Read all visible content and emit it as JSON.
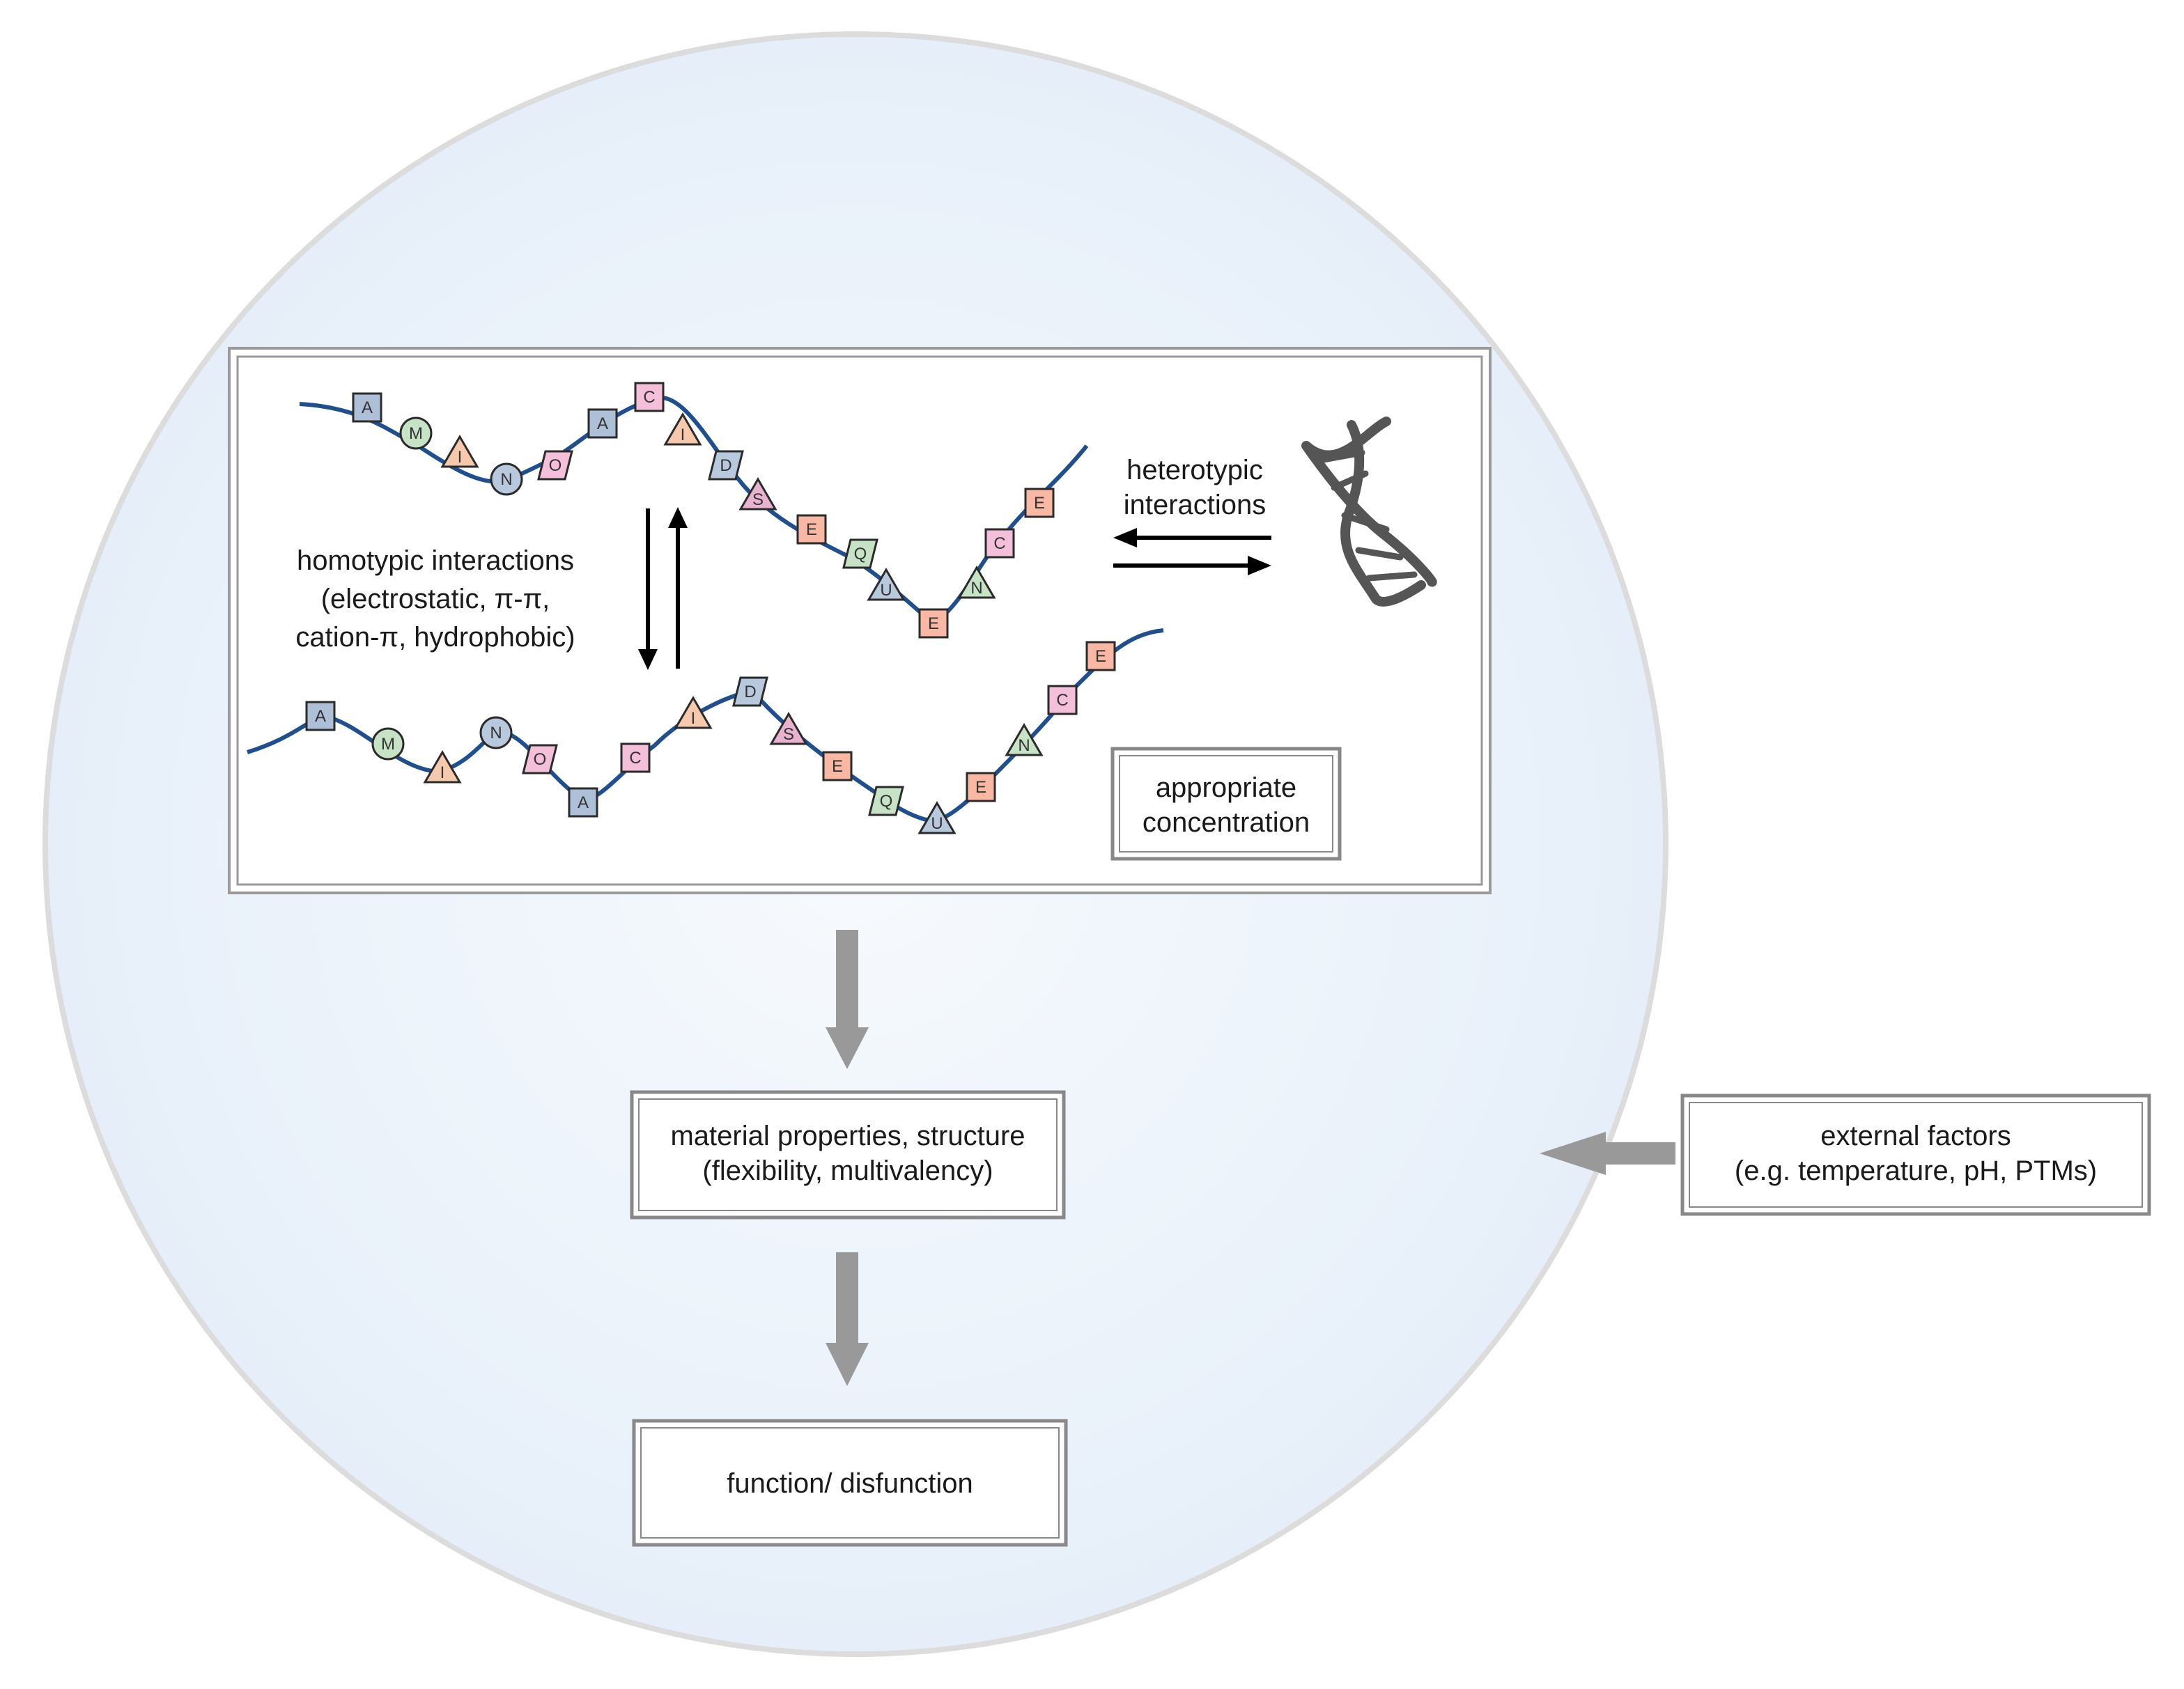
{
  "homotypic": {
    "line1": "homotypic interactions",
    "line2": "(electrostatic, π-π,",
    "line3": "cation-π, hydrophobic)"
  },
  "heterotypic": {
    "line1": "heterotypic",
    "line2": "interactions"
  },
  "concentration": {
    "line1": "appropriate",
    "line2": "concentration"
  },
  "material": {
    "line1": "material properties, structure",
    "line2": "(flexibility, multivalency)"
  },
  "function": {
    "label": "function/ disfunction"
  },
  "external": {
    "line1": "external factors",
    "line2": "(e.g. temperature, pH, PTMs)"
  },
  "chain_top": [
    {
      "letter": "A",
      "shape": "square",
      "color": "#aebfd8"
    },
    {
      "letter": "M",
      "shape": "circle",
      "color": "#c6e3c6"
    },
    {
      "letter": "I",
      "shape": "triangle",
      "color": "#f6c9ad"
    },
    {
      "letter": "N",
      "shape": "circle",
      "color": "#b9c9dd"
    },
    {
      "letter": "O",
      "shape": "parallelogram",
      "color": "#f3bfd9"
    },
    {
      "letter": "A",
      "shape": "square",
      "color": "#aebfd8"
    },
    {
      "letter": "C",
      "shape": "square",
      "color": "#f3bfd9"
    },
    {
      "letter": "I",
      "shape": "triangle",
      "color": "#f6c9ad"
    },
    {
      "letter": "D",
      "shape": "parallelogram",
      "color": "#b9c9dd"
    },
    {
      "letter": "S",
      "shape": "triangle",
      "color": "#e8b3cf"
    },
    {
      "letter": "E",
      "shape": "square",
      "color": "#f8b8a4"
    },
    {
      "letter": "Q",
      "shape": "parallelogram",
      "color": "#c6e3c6"
    },
    {
      "letter": "U",
      "shape": "triangle",
      "color": "#b9c9dd"
    },
    {
      "letter": "E",
      "shape": "square",
      "color": "#f8b8a4"
    },
    {
      "letter": "N",
      "shape": "triangle",
      "color": "#c6e3c6"
    },
    {
      "letter": "C",
      "shape": "square",
      "color": "#f3bfd9"
    },
    {
      "letter": "E",
      "shape": "square",
      "color": "#f8b8a4"
    }
  ],
  "chain_bottom": [
    {
      "letter": "A",
      "shape": "square",
      "color": "#aebfd8"
    },
    {
      "letter": "M",
      "shape": "circle",
      "color": "#c6e3c6"
    },
    {
      "letter": "I",
      "shape": "triangle",
      "color": "#f6c9ad"
    },
    {
      "letter": "N",
      "shape": "circle",
      "color": "#b9c9dd"
    },
    {
      "letter": "O",
      "shape": "parallelogram",
      "color": "#f3bfd9"
    },
    {
      "letter": "A",
      "shape": "square",
      "color": "#aebfd8"
    },
    {
      "letter": "C",
      "shape": "square",
      "color": "#f3bfd9"
    },
    {
      "letter": "I",
      "shape": "triangle",
      "color": "#f6c9ad"
    },
    {
      "letter": "D",
      "shape": "parallelogram",
      "color": "#b9c9dd"
    },
    {
      "letter": "S",
      "shape": "triangle",
      "color": "#e8b3cf"
    },
    {
      "letter": "E",
      "shape": "square",
      "color": "#f8b8a4"
    },
    {
      "letter": "Q",
      "shape": "parallelogram",
      "color": "#c6e3c6"
    },
    {
      "letter": "U",
      "shape": "triangle",
      "color": "#b9c9dd"
    },
    {
      "letter": "E",
      "shape": "square",
      "color": "#f8b8a4"
    },
    {
      "letter": "N",
      "shape": "triangle",
      "color": "#c6e3c6"
    },
    {
      "letter": "C",
      "shape": "square",
      "color": "#f3bfd9"
    },
    {
      "letter": "E",
      "shape": "square",
      "color": "#f8b8a4"
    }
  ],
  "colors": {
    "cell_fill": "#eef4fb",
    "cell_border": "#dadada",
    "chain_line": "#1f4f8e",
    "flow_arrow": "#999999",
    "box_border": "#888888",
    "dna": "#555555"
  }
}
